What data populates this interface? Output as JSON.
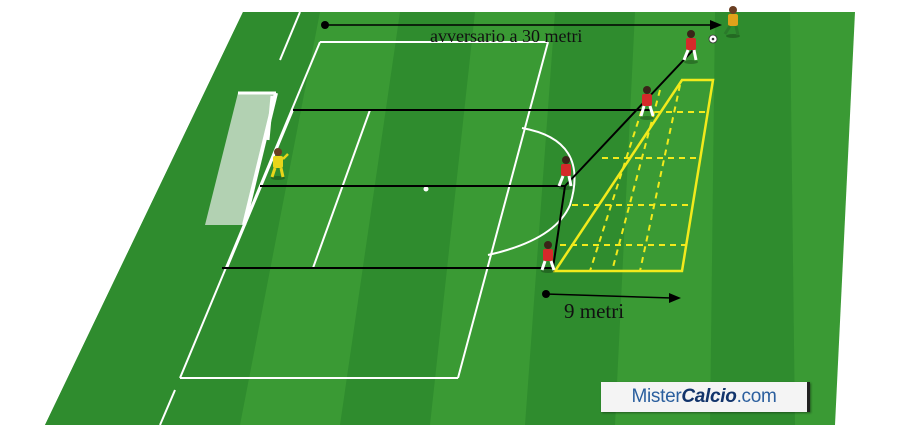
{
  "labels": {
    "distance_top": "avversario a 30 metri",
    "distance_bottom": "9 metri"
  },
  "logo": {
    "part1": "Mister",
    "part2": "Calcio",
    "part3": ".com"
  },
  "colors": {
    "pitch_dark": "#2e8a2e",
    "pitch_light": "#3f9f37",
    "lines": "#ffffff",
    "zone": "#f2ea1c",
    "team_red": "#d42a2a",
    "goalkeeper": "#e8d51a",
    "opponent": "#e0a21a"
  }
}
